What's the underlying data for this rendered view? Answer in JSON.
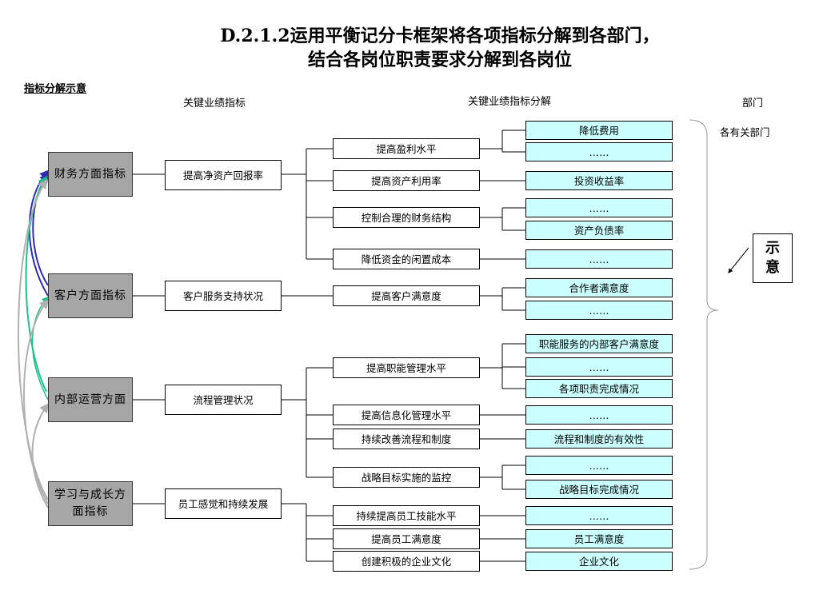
{
  "title": {
    "line1": "D.2.1.2运用平衡记分卡框架将各项指标分解到各部门，",
    "line2": "结合各岗位职责要求分解到各岗位"
  },
  "legend_label": "指标分解示意",
  "column_headers": {
    "kpi": "关键业绩指标",
    "breakdown": "关键业绩指标分解",
    "department": "部门"
  },
  "perspectives": [
    "财务方面指标",
    "客户方面指标",
    "内部运营方面",
    "学习与成长方面指标"
  ],
  "kpis": [
    "提高净资产回报率",
    "客户服务支持状况",
    "流程管理状况",
    "员工感觉和持续发展"
  ],
  "breakdowns": [
    "提高盈利水平",
    "提高资产利用率",
    "控制合理的财务结构",
    "降低资金的闲置成本",
    "提高客户满意度",
    "提高职能管理水平",
    "提高信息化管理水平",
    "持续改善流程和制度",
    "战略目标实施的监控",
    "持续提高员工技能水平",
    "提高员工满意度",
    "创建积极的企业文化"
  ],
  "details": [
    "降低费用",
    "……",
    "投资收益率",
    "……",
    "资产负债率",
    "……",
    "合作者满意度",
    "……",
    "职能服务的内部客户满意度",
    "……",
    "各项职责完成情况",
    "……",
    "流程和制度的有效性",
    "……",
    "战略目标完成情况",
    "……",
    "员工满意度",
    "企业文化"
  ],
  "department_note": "各有关部门",
  "shiyi": {
    "char1": "示",
    "char2": "意"
  },
  "colors": {
    "perspective_fill": "#a6a6a6",
    "detail_fill": "#ccffff",
    "arrow_blue": "#2b2bb5",
    "arrow_teal": "#1fbf8f",
    "arrow_gray": "#b0b0b0"
  }
}
